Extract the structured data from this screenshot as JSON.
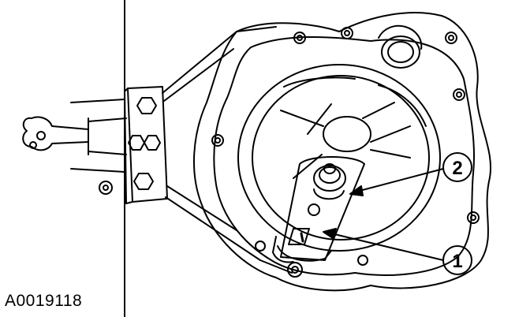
{
  "figure": {
    "id_label": "A0019118",
    "callouts": [
      {
        "number": "1"
      },
      {
        "number": "2"
      }
    ],
    "colors": {
      "ink": "#000000",
      "paper": "#ffffff"
    }
  }
}
